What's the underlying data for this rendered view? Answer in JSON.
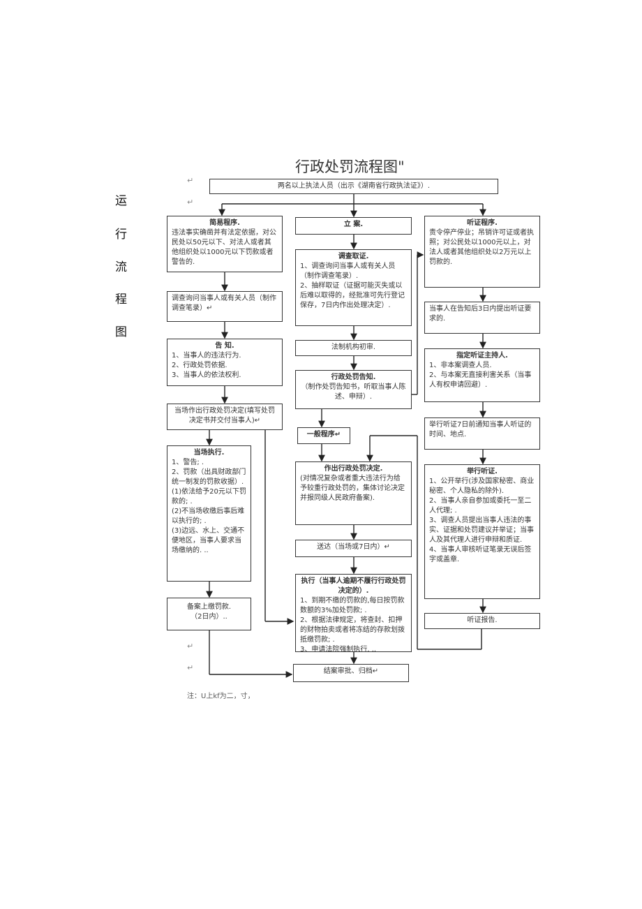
{
  "sidebar_label": [
    "运",
    "行",
    "流",
    "程",
    "图"
  ],
  "title": "行政处罚流程图\"",
  "note": "注：U上kf为二，寸，",
  "para_mark": "↵",
  "boxes": {
    "top": "两名以上执法人员（出示《湖南省行政执法证》）.",
    "simple": {
      "title": "简易程序.",
      "lines": [
        "违法事实确凿并有法定依据，对公民处以50元以下、对法人或者其他组织处以1000元以下罚款或者警告的."
      ]
    },
    "survey_simple": "调查询问当事人或有关人员（制作调查笔录）↵",
    "inform": {
      "title": "告  知.",
      "lines": [
        "1、当事人的违法行为.",
        "2、行政处罚依据.",
        "3、当事人的依法权利."
      ]
    },
    "onsite_decision": "当场作出行政处罚决定(填写处罚决定书并交付当事人)↵",
    "onsite_exec": {
      "title": "当场执行.",
      "lines": [
        "1、警告;  .",
        "2、罚款（出具财政部门统一制发的罚款收据）.",
        "(1)依法给予20元以下罚款的;  .",
        "(2)不当场收缴后事后难以执行的;  .",
        "(3)边远、水上、交通不便地区，当事人要求当场缴纳的.  .."
      ]
    },
    "record_fine": {
      "lines": [
        "备案上缴罚款.",
        "（2日内）.."
      ]
    },
    "register": "立    案.",
    "investigate": {
      "title": "调查取证.",
      "lines": [
        "1、调查询问当事人或有关人员（制作调查笔录）.",
        "2、抽样取证（证据可能灭失或以后难以取得的，经批准可先行登记保存，7日内作出处理决定）."
      ]
    },
    "legal_review": "法制机构初审.",
    "penalty_notice": {
      "title": "行政处罚告知.",
      "lines": [
        "（制作处罚告知书，听取当事人陈述、申辩）."
      ]
    },
    "general": "一般程序↵",
    "decision": {
      "title": "作出行政处罚决定.",
      "lines": [
        "(对情况复杂或者重大违法行为给予较重行政处罚的，集体讨论决定并报同级人民政府备案)."
      ]
    },
    "deliver": "送达（当场或7日内）↵",
    "execute": {
      "title": "执行（当事人逾期不履行行政处罚决定的）.",
      "lines": [
        "1、到期不缴的罚款的,每日按罚款数额的3%加处罚款;  .",
        "2、根据法律规定，将查封、扣押的财物拍卖或者将冻结的存款划拨抵缴罚款;  .",
        "3、申请法院强制执行.  .."
      ]
    },
    "close": "结案审批、归档↵",
    "hearing": {
      "title": "听证程序.",
      "lines": [
        "责令停产停业；吊销许可证或者执照；对公民处以1000元以上，对法人或者其他组织处以2万元以上罚款的."
      ]
    },
    "hearing_request": "当事人在告知后3日内提出听证要求的.",
    "hearing_host": {
      "title": "指定听证主持人.",
      "lines": [
        "1、非本案调查人员.",
        "2、与本案无直接利害关系（当事人有权申请回避）."
      ]
    },
    "hearing_notify": "举行听证7日前通知当事人听证的时间、地点.",
    "hearing_hold": {
      "title": "举行听证.",
      "lines": [
        "1、公开举行(涉及国家秘密、商业秘密、个人隐私的除外).",
        "2、当事人亲自参加或委托一至二人代理;  .",
        "3、调查人员提出当事人违法的事实、证据和处罚建议并举证；当事人及其代理人进行申辩和质证.",
        "4、当事人审核听证笔录无误后签字或盖章."
      ]
    },
    "hearing_report": "听证报告."
  }
}
